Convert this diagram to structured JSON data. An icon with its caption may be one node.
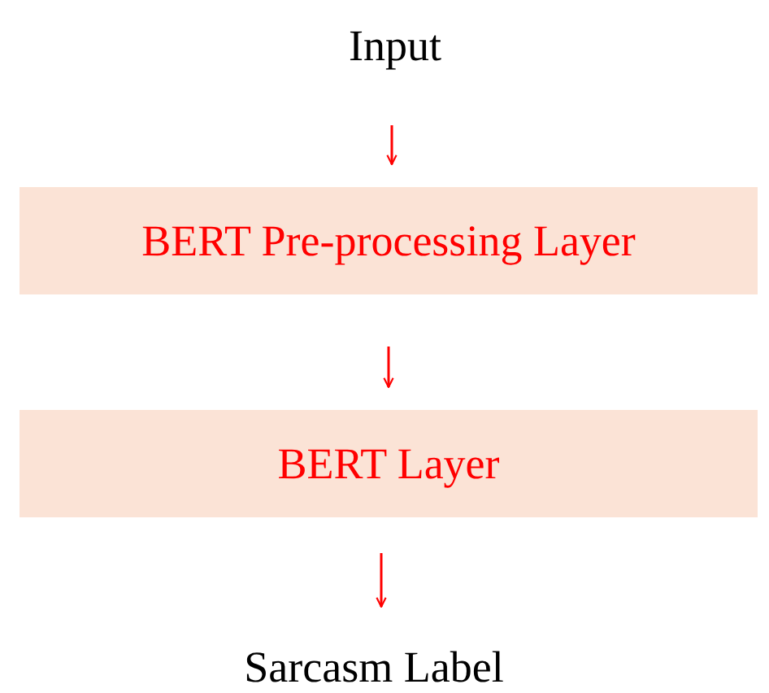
{
  "diagram": {
    "nodes": [
      {
        "text": [
          "Input"
        ]
      },
      {
        "text": [
          "BERT Pre-processing Layer"
        ]
      },
      {
        "text": [
          "BERT Layer"
        ]
      },
      {
        "text": [
          "Sarcasm Label"
        ]
      }
    ],
    "edges": [
      {
        "from": 0,
        "to": 1,
        "arrow": "to"
      },
      {
        "from": 1,
        "to": 2,
        "arrow": "to"
      },
      {
        "from": 2,
        "to": 3,
        "arrow": "to"
      }
    ]
  }
}
